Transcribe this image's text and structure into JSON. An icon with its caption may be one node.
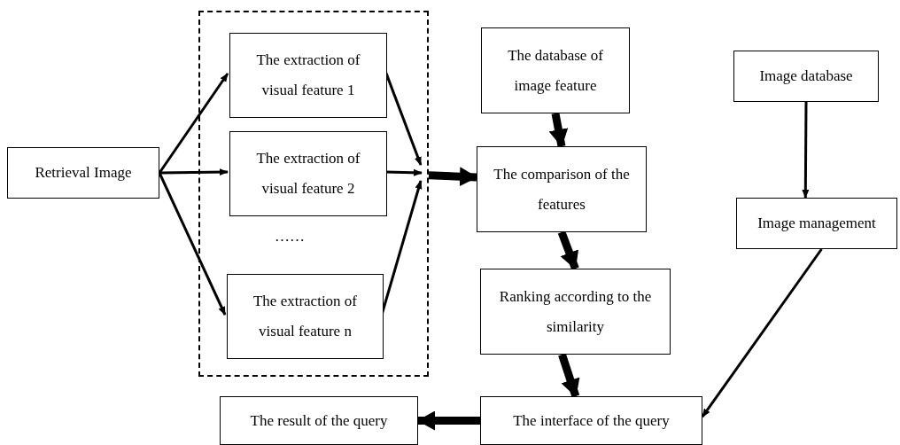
{
  "diagram": {
    "nodes": [
      {
        "text": [
          "Retrieval Image"
        ]
      },
      {
        "text": [],
        "shape": "box"
      },
      {
        "text": [
          "The extraction of visual feature 1"
        ],
        "in": 1
      },
      {
        "text": [
          "The extraction of visual feature 2"
        ],
        "in": 1
      },
      {
        "text": [
          "The extraction of visual feature n"
        ],
        "in": 1
      },
      {
        "text": [
          "The database of image feature"
        ]
      },
      {
        "text": [
          "The comparison of the features"
        ]
      },
      {
        "text": [
          "Ranking according to the similarity"
        ]
      },
      {
        "text": [
          "Image database"
        ]
      },
      {
        "text": [
          "Image management"
        ]
      },
      {
        "text": [
          "The interface of the query"
        ]
      },
      {
        "text": [
          "The result of the query"
        ]
      }
    ],
    "edges": [
      {
        "from": 0,
        "to": 2,
        "arrow": "to"
      },
      {
        "from": 0,
        "to": 3,
        "arrow": "to"
      },
      {
        "from": 0,
        "to": 4,
        "arrow": "to"
      },
      {
        "from": 2,
        "to": null,
        "arrow": "to"
      },
      {
        "from": 3,
        "to": null,
        "arrow": "to"
      },
      {
        "from": 4,
        "to": null,
        "arrow": "to"
      },
      {
        "from": 1,
        "to": 6,
        "arrow": "to",
        "style": "thick"
      },
      {
        "from": 5,
        "to": 6,
        "arrow": "to",
        "style": "thick"
      },
      {
        "from": 6,
        "to": 7,
        "arrow": "to",
        "style": "thick"
      },
      {
        "from": 7,
        "to": 10,
        "arrow": "to",
        "style": "thick"
      },
      {
        "from": 10,
        "to": 11,
        "arrow": "to",
        "style": "thick"
      },
      {
        "from": 8,
        "to": 9,
        "arrow": "to"
      },
      {
        "from": 9,
        "to": 10,
        "arrow": "to"
      }
    ],
    "labels": [
      "……"
    ]
  }
}
